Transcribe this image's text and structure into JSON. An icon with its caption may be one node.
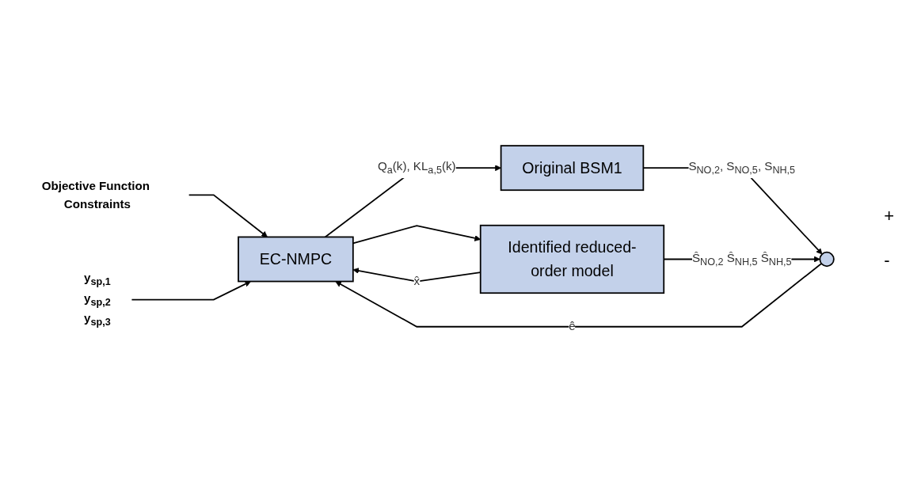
{
  "diagram": {
    "nodes": [
      {
        "text": [
          "Objective Function Constraints"
        ]
      },
      {
        "text": [
          "y$_{sp,1}$",
          "y$_{sp,2}$",
          "y$_{sp,3}$"
        ]
      },
      {
        "text": [
          "EC-NMPC"
        ]
      },
      {
        "text": [
          "Original BSM1"
        ]
      },
      {
        "text": [
          "Identified reduced-order model"
        ]
      },
      {
        "text": [],
        "shape": "circle"
      }
    ],
    "edges": [
      {
        "from": 0,
        "to": 2,
        "arrow": "to"
      },
      {
        "from": 1,
        "to": 2,
        "arrow": "to"
      },
      {
        "from": 2,
        "to": 3,
        "arrow": "to",
        "label": "Q$_{a}$(k), KL$_{a,5}$(k)"
      },
      {
        "from": 2,
        "to": 4,
        "arrow": "to"
      },
      {
        "from": 3,
        "to": 5,
        "arrow": "to",
        "label": "S$_{NO,2}$, S$_{NO,5}$, S$_{NH,5}$"
      },
      {
        "from": 4,
        "to": 5,
        "arrow": "to",
        "label": "Ŝ$_{NO,2}$ Ŝ$_{NH,5}$ Ŝ$_{NH,5}$"
      },
      {
        "from": 4,
        "to": 2,
        "arrow": "to",
        "label": "x̂"
      },
      {
        "from": 5,
        "to": 2,
        "arrow": "to",
        "label": "ê"
      }
    ],
    "labels": [
      "+",
      "-"
    ]
  }
}
